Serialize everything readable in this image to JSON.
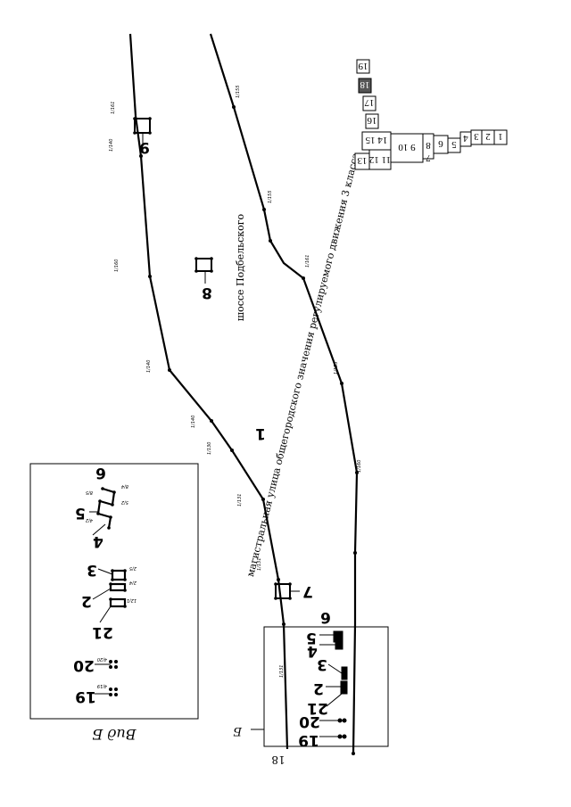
{
  "road_labels": {
    "road_1": "шоссе Подбельского",
    "road_2": "магистральная улица общегородского значения регулируемого движения 3 класса",
    "area": "1"
  },
  "plot_numbers": {
    "n9": "9",
    "n8": "8",
    "n7": "7",
    "n6": "6",
    "n5": "5",
    "n4": "4",
    "n3": "3",
    "n2": "2",
    "n21": "21",
    "n20": "20",
    "n19": "19"
  },
  "inset": {
    "title": "Вид Б",
    "n6": "6",
    "n5": "5",
    "n4": "4",
    "n3": "3",
    "n2": "2",
    "n21": "21",
    "n20": "20",
    "n19": "19"
  },
  "view_marker": "Б",
  "page_number": "18",
  "index_cells": {
    "c1": "1",
    "c2": "2",
    "c3": "3",
    "c4": "4",
    "c5": "5",
    "c6": "6",
    "c7": "7",
    "c8": "8",
    "c9_10": "9 10",
    "c11_12": "11 12",
    "c13": "13",
    "c14_15": "14 15",
    "c16": "16",
    "c17": "17",
    "c18": "18",
    "c19": "19"
  }
}
